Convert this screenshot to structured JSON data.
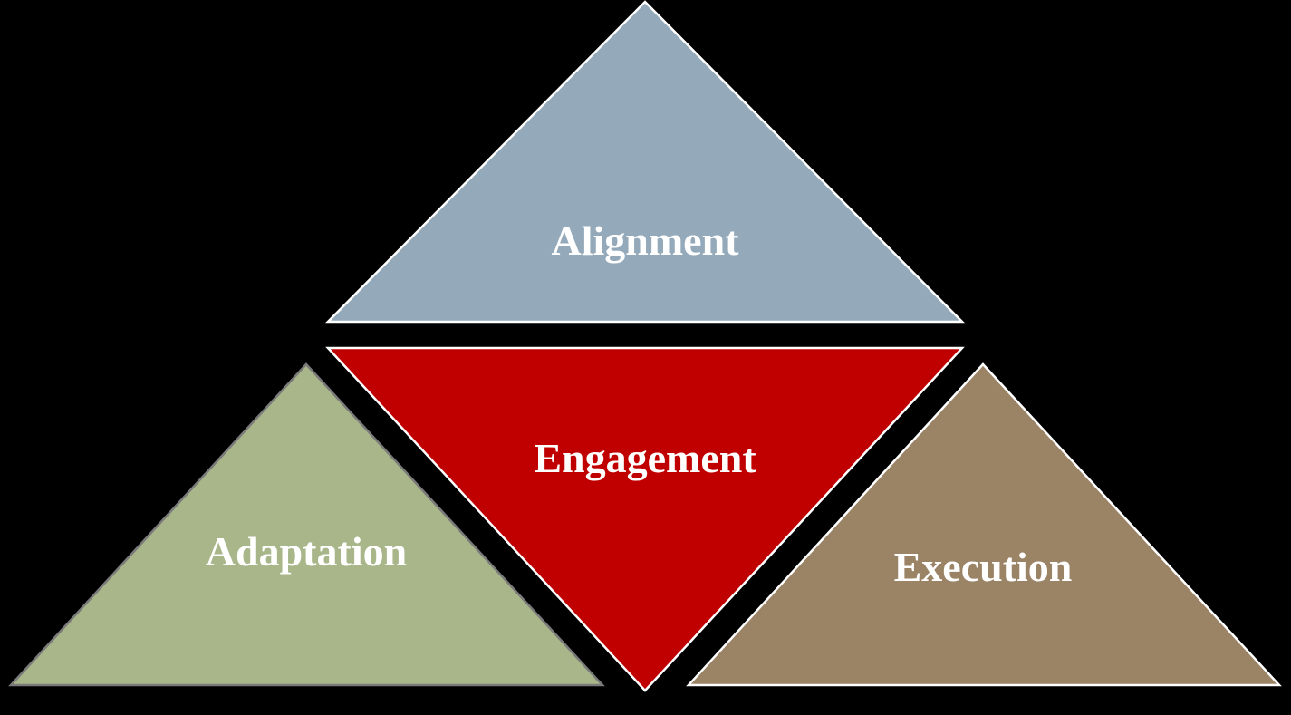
{
  "diagram": {
    "segments": [
      {
        "id": "alignment",
        "label": "Alignment",
        "color": "#94AABA"
      },
      {
        "id": "engagement",
        "label": "Engagement",
        "color": "#C00000"
      },
      {
        "id": "adaptation",
        "label": "Adaptation",
        "color": "#A8B68A"
      },
      {
        "id": "execution",
        "label": "Execution",
        "color": "#9B8366"
      }
    ]
  }
}
